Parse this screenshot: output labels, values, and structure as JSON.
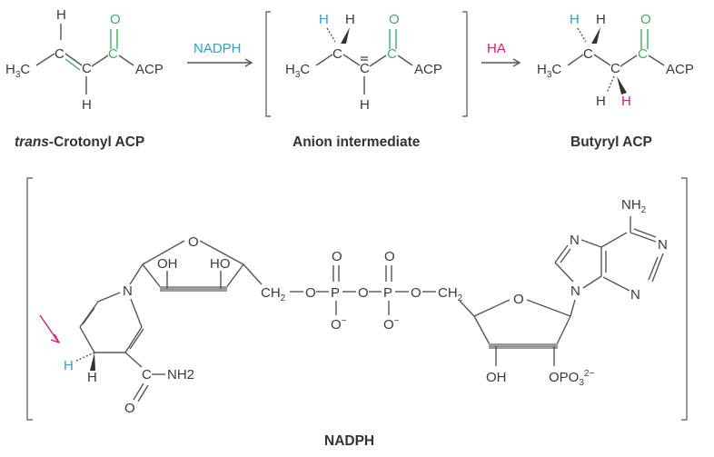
{
  "colors": {
    "text": "#3a3a3a",
    "bond": "#555555",
    "carbonyl_green": "#3fae64",
    "hydrogen_blue": "#2a9fd6",
    "hydrogen_magenta": "#e0187a",
    "reagent_blue": "#2a9fd6",
    "reagent_magenta": "#e0187a"
  },
  "reaction": {
    "step1_reagent": "NADPH",
    "step2_reagent": "HA",
    "compound1": {
      "italic_prefix": "trans",
      "name_rest": "-Crotonyl ACP",
      "atoms": {
        "h_top": "H",
        "o": "O",
        "methyl": "H3C",
        "c1": "C",
        "c2": "C",
        "c3": "C",
        "acp": "ACP",
        "h_bottom": "H"
      }
    },
    "compound2": {
      "name": "Anion intermediate",
      "atoms": {
        "h_blue": "H",
        "h_black": "H",
        "o": "O",
        "methyl": "H3C",
        "c1": "C",
        "c2": "C",
        "c3": "C",
        "acp": "ACP",
        "h_bottom": "H"
      }
    },
    "compound3": {
      "name": "Butyryl ACP",
      "atoms": {
        "h_blue": "H",
        "h_black": "H",
        "o": "O",
        "methyl": "H3C",
        "c1": "C",
        "c2": "C",
        "c3": "C",
        "acp": "ACP",
        "h_bottom_black": "H",
        "h_bottom_magenta": "H"
      }
    }
  },
  "nadph": {
    "name": "NADPH",
    "nicotinamide": {
      "n": "N",
      "h_blue": "H",
      "h_black": "H",
      "c_amide": "C",
      "nh2": "NH2",
      "o": "O"
    },
    "ribose1": {
      "o": "O",
      "oh": "OH",
      "ho": "HO"
    },
    "linker": {
      "ch2_left": "CH2",
      "o1": "O",
      "p1": "P",
      "o2": "O",
      "p2": "P",
      "o3": "O",
      "ch2_right": "CH2",
      "o_top1": "O",
      "o_top2": "O",
      "o_minus1": "O",
      "o_minus2": "O"
    },
    "ribose2": {
      "o": "O",
      "oh": "OH",
      "opo3": "OPO3",
      "opo3_charge": "2−"
    },
    "adenine": {
      "nh2": "NH2",
      "n1": "N",
      "n2": "N",
      "n3": "N",
      "n4": "N"
    }
  }
}
